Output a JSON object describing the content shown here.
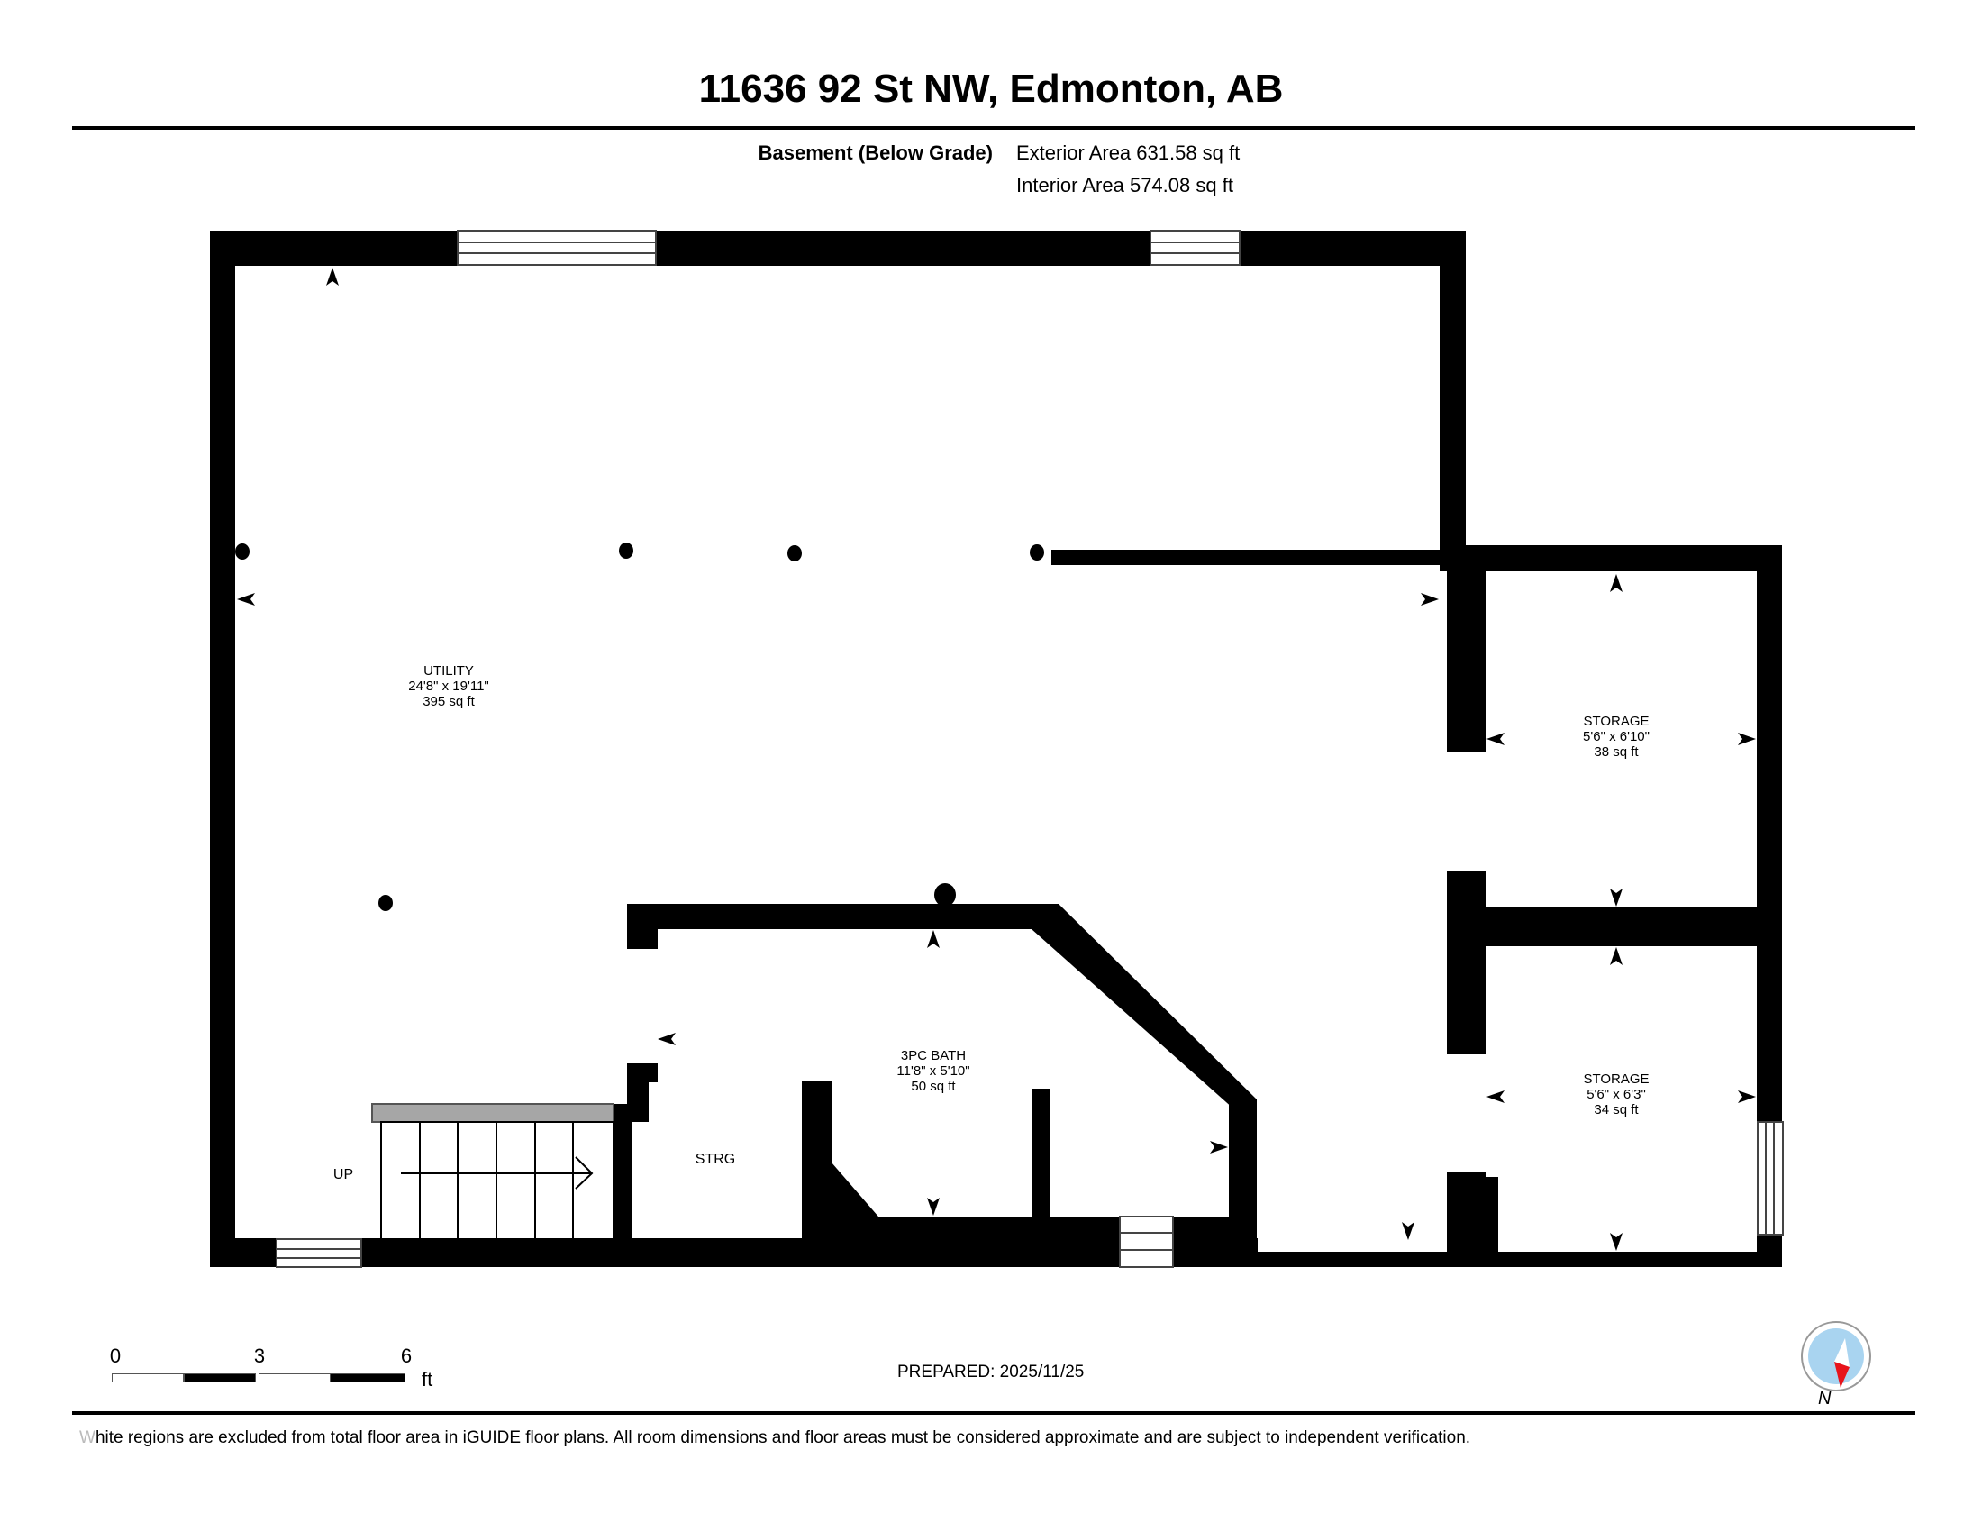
{
  "header": {
    "title": "11636 92 St NW, Edmonton, AB",
    "floor_name": "Basement (Below Grade)",
    "exterior_area": "Exterior Area 631.58 sq ft",
    "interior_area": "Interior Area 574.08 sq ft"
  },
  "rooms": [
    {
      "name": "UTILITY",
      "dimensions": "24'8\" x 19'11\"",
      "area": "395 sq ft"
    },
    {
      "name": "3PC BATH",
      "dimensions": "11'8\" x 5'10\"",
      "area": "50 sq ft"
    },
    {
      "name": "STORAGE",
      "dimensions": "5'6\" x 6'10\"",
      "area": "38 sq ft"
    },
    {
      "name": "STORAGE",
      "dimensions": "5'6\" x 6'3\"",
      "area": "34 sq ft"
    }
  ],
  "small_labels": {
    "strg": "STRG",
    "stairs": "UP"
  },
  "scale_bar": {
    "ticks": [
      "0",
      "3",
      "6"
    ],
    "unit": "ft"
  },
  "compass": {
    "label": "N",
    "needle_color": "#e8141c",
    "face_color": "#a9d4f0"
  },
  "footer": {
    "prepared": "PREPARED: 2025/11/25",
    "disclaimer_first_letter": "W",
    "disclaimer_rest": "hite regions are excluded from total floor area in iGUIDE floor plans. All room dimensions and floor areas must be considered approximate and are subject to independent verification."
  }
}
